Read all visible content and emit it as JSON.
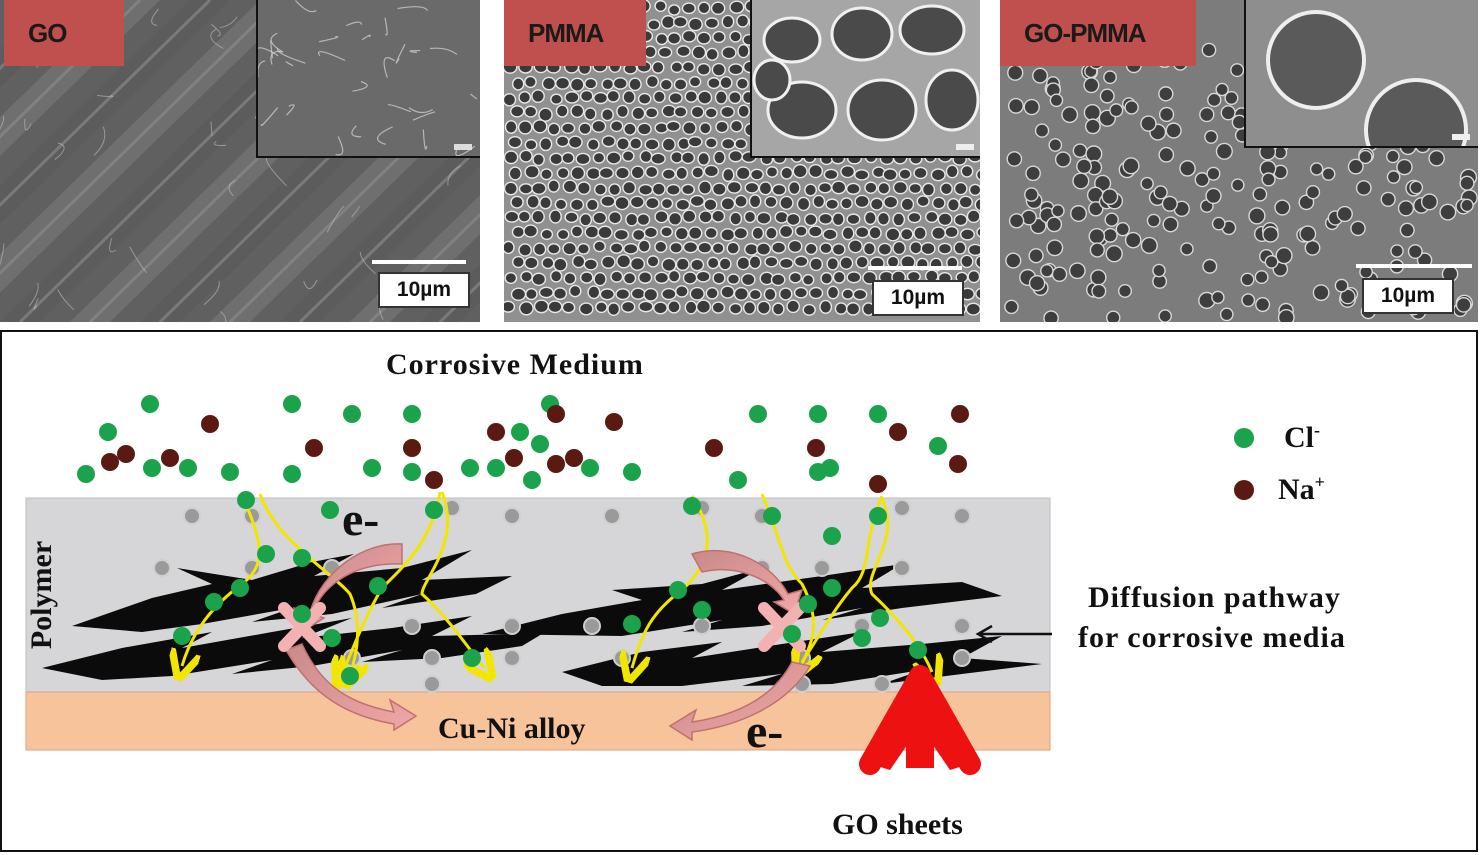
{
  "panels": [
    {
      "label": "GO",
      "scale": "10µm"
    },
    {
      "label": "PMMA",
      "scale": "10µm"
    },
    {
      "label": "GO-PMMA",
      "scale": "10µm"
    }
  ],
  "schematic": {
    "medium_title": "Corrosive Medium",
    "layer_polymer": "Polymer",
    "layer_substrate": "Cu-Ni alloy",
    "electron_label": "e-",
    "legend": {
      "cl_label": "Cl",
      "cl_sup": "-",
      "na_label": "Na",
      "na_sup": "+"
    },
    "diffusion_label_line1": "Diffusion pathway",
    "diffusion_label_line2": "for corrosive media",
    "go_sheets_label": "GO sheets"
  },
  "colors": {
    "tag_red": "#c0504d",
    "chloride_green": "#1aa34a",
    "sodium_brown": "#5a1a12",
    "substrate_peach": "#f7c39a",
    "polymer_gray": "#d6d6d8",
    "arrow_red": "#ee1111",
    "pathway_yellow": "#f2e600",
    "rotation_pink": "#f1a7a7"
  }
}
